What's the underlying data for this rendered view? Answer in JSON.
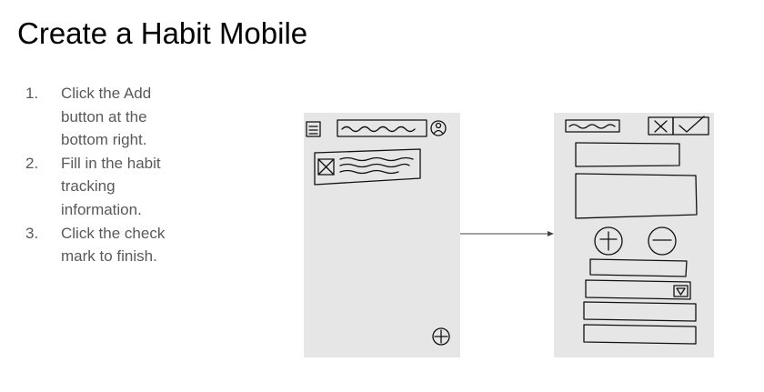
{
  "page": {
    "title": "Create a Habit Mobile"
  },
  "steps": [
    {
      "number": "1.",
      "text": "Click the Add button at the bottom right."
    },
    {
      "number": "2.",
      "text": "Fill in the habit tracking information."
    },
    {
      "number": "3.",
      "text": "Click the check mark to finish."
    }
  ],
  "sketches": {
    "left": {
      "description_icon_names": [
        "menu-icon",
        "search-bar-scribble",
        "profile-icon",
        "habit-card",
        "add-icon"
      ]
    },
    "right": {
      "description_icon_names": [
        "title-scribble",
        "close-icon",
        "check-icon",
        "name-field",
        "description-field",
        "plus-icon",
        "minus-icon",
        "dropdown-icon"
      ]
    }
  },
  "colors": {
    "sketch_background": "#e6e6e6",
    "ink": "#111111",
    "step_text": "#595959"
  }
}
